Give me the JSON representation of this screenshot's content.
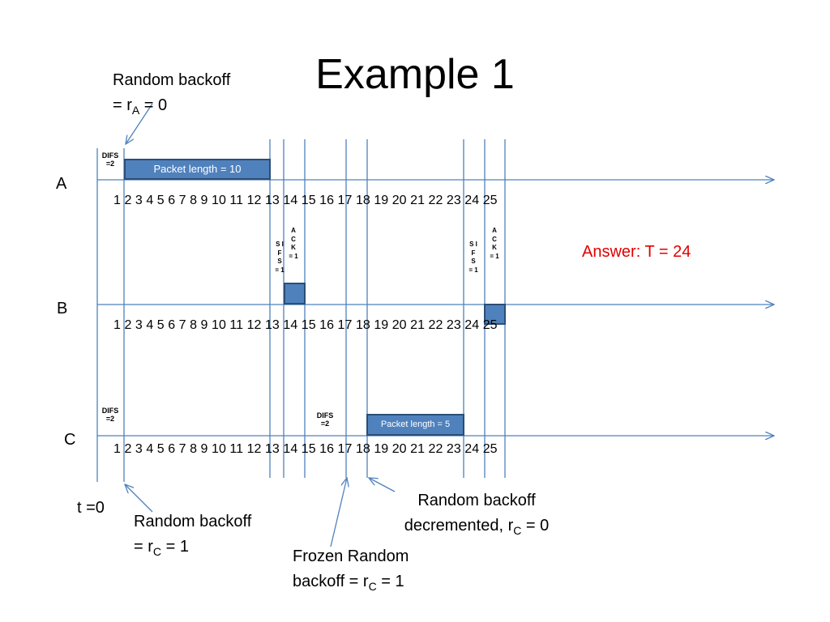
{
  "title": "Example 1",
  "colors": {
    "line": "#4f81bd",
    "packet_fill": "#4f81bd",
    "packet_border": "#2c4d75",
    "answer": "#e00000"
  },
  "rows": [
    {
      "label": "A",
      "ticks": "1 2 3 4 5 6 7 8 9 10 11 12 13 14 15 16 17 18 19 20 21 22 23 24 25"
    },
    {
      "label": "B",
      "ticks": "1 2 3 4 5 6 7 8 9 10 11 12 13 14 15 16 17 18 19 20 21 22 23 24 25"
    },
    {
      "label": "C",
      "ticks": "1 2 3 4 5 6 7 8 9 10 11 12 13 14 15 16 17 18 19 20 21 22 23 24 25"
    }
  ],
  "row_a": {
    "difs_label": "DIFS =2",
    "packet_label": "Packet length = 10"
  },
  "row_b": {
    "sifs_label_1": "S I F S = 1",
    "ack_label_1": "A C K = 1",
    "sifs_label_2": "S I F S = 1",
    "ack_label_2": "A C K = 1"
  },
  "row_c": {
    "difs_label_1": "DIFS =2",
    "difs_label_2": "DIFS =2",
    "packet_label": "Packet length = 5"
  },
  "answer": "Answer: T = 24",
  "notes": {
    "rand_a": {
      "line1": "Random backoff",
      "line2_pre": "= r",
      "line2_sub": "A",
      "line2_post": " = 0"
    },
    "t0": "t =0",
    "rand_c": {
      "line1": "Random backoff",
      "line2_pre": "= r",
      "line2_sub": "C",
      "line2_post": " = 1"
    },
    "frozen": {
      "line1": "Frozen Random",
      "line2_pre": "backoff = r",
      "line2_sub": "C",
      "line2_post": " = 1"
    },
    "decr": {
      "line1": "Random backoff",
      "line2_pre": "decremented, r",
      "line2_sub": "C",
      "line2_post": " = 0"
    }
  }
}
